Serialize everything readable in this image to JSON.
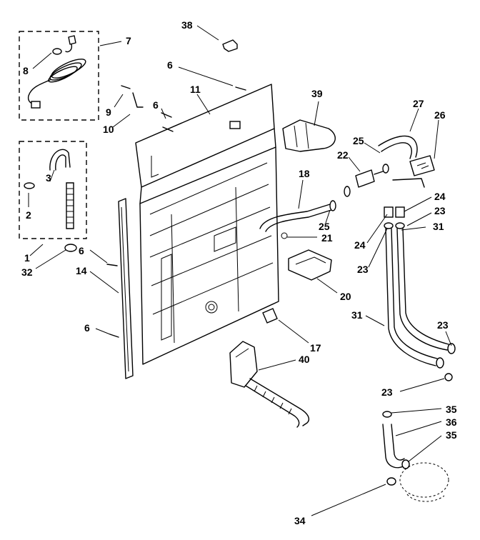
{
  "callouts": [
    {
      "id": "38",
      "text": "38"
    },
    {
      "id": "7",
      "text": "7"
    },
    {
      "id": "8",
      "text": "8"
    },
    {
      "id": "6a",
      "text": "6"
    },
    {
      "id": "11",
      "text": "11"
    },
    {
      "id": "39",
      "text": "39"
    },
    {
      "id": "27",
      "text": "27"
    },
    {
      "id": "26",
      "text": "26"
    },
    {
      "id": "9",
      "text": "9"
    },
    {
      "id": "6b",
      "text": "6"
    },
    {
      "id": "10",
      "text": "10"
    },
    {
      "id": "25a",
      "text": "25"
    },
    {
      "id": "22",
      "text": "22"
    },
    {
      "id": "18",
      "text": "18"
    },
    {
      "id": "3",
      "text": "3"
    },
    {
      "id": "2",
      "text": "2"
    },
    {
      "id": "24a",
      "text": "24"
    },
    {
      "id": "23a",
      "text": "23"
    },
    {
      "id": "25b",
      "text": "25"
    },
    {
      "id": "31a",
      "text": "31"
    },
    {
      "id": "21",
      "text": "21"
    },
    {
      "id": "24b",
      "text": "24"
    },
    {
      "id": "1",
      "text": "1"
    },
    {
      "id": "6c",
      "text": "6"
    },
    {
      "id": "32",
      "text": "32"
    },
    {
      "id": "23b",
      "text": "23"
    },
    {
      "id": "14",
      "text": "14"
    },
    {
      "id": "20",
      "text": "20"
    },
    {
      "id": "31b",
      "text": "31"
    },
    {
      "id": "23c",
      "text": "23"
    },
    {
      "id": "6d",
      "text": "6"
    },
    {
      "id": "17",
      "text": "17"
    },
    {
      "id": "40",
      "text": "40"
    },
    {
      "id": "23d",
      "text": "23"
    },
    {
      "id": "35a",
      "text": "35"
    },
    {
      "id": "36",
      "text": "36"
    },
    {
      "id": "35b",
      "text": "35"
    },
    {
      "id": "34",
      "text": "34"
    }
  ]
}
